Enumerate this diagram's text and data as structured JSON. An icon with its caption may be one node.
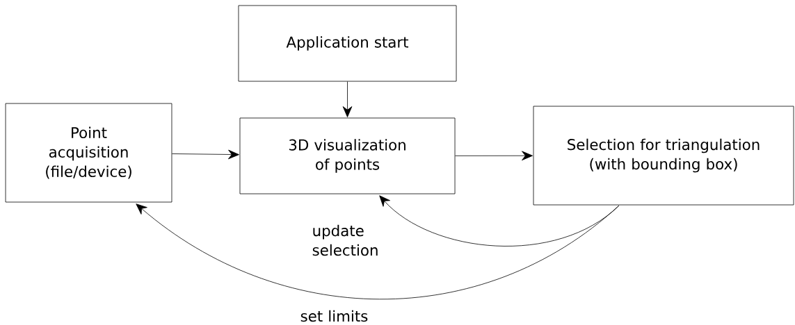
{
  "diagram": {
    "nodes": [
      {
        "text": [
          "Application start"
        ]
      },
      {
        "text": [
          "Point acquisition (file/device)"
        ]
      },
      {
        "text": [
          "3D visualization of points"
        ]
      },
      {
        "text": [
          "Selection for triangulation (with bounding box)"
        ]
      }
    ],
    "edges": [
      {
        "from": 0,
        "to": 2,
        "arrow": "to"
      },
      {
        "from": 1,
        "to": 2,
        "arrow": "to"
      },
      {
        "from": 2,
        "to": 3,
        "arrow": "to"
      },
      {
        "from": 3,
        "to": 2,
        "arrow": "to",
        "label": "update selection"
      },
      {
        "from": 3,
        "to": 1,
        "arrow": "to",
        "label": "set limits"
      }
    ]
  }
}
